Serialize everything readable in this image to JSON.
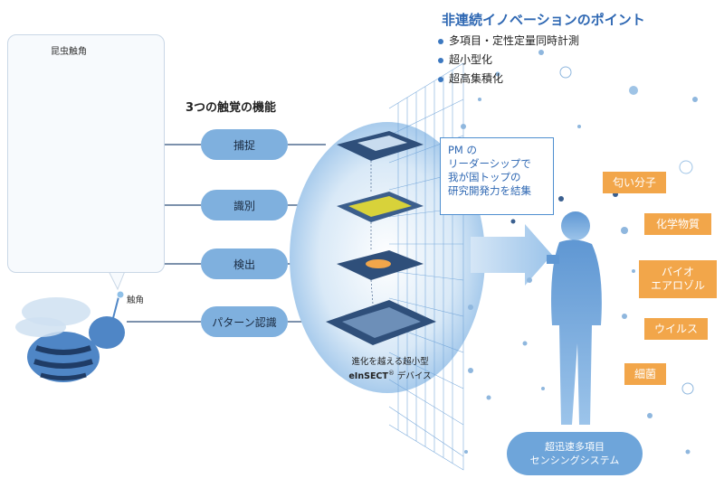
{
  "zoom_panel": {
    "title": "昆虫触角"
  },
  "antenna_label": "触角",
  "functions": {
    "title": "3つの触覚の機能",
    "items": [
      {
        "label": "捕捉"
      },
      {
        "label": "識別"
      },
      {
        "label": "検出"
      },
      {
        "label": "パターン認識"
      }
    ]
  },
  "device_caption": {
    "line1": "進化を越える超小型",
    "brand": "eInSECT",
    "mark": "®",
    "suffix": " デバイス"
  },
  "points": {
    "title": "非連続イノベーションのポイント",
    "items": [
      "多項目・定性定量同時計測",
      "超小型化",
      "超高集積化"
    ]
  },
  "pm_box": {
    "lines": [
      "PM の",
      "リーダーシップで",
      "我が国トップの",
      "研究開発力を結集"
    ]
  },
  "targets": [
    "匂い分子",
    "化学物質",
    "バイオ エアロゾル",
    "ウイルス",
    "細菌"
  ],
  "system": {
    "line1": "超迅速多項目",
    "line2": "センシングシステム"
  },
  "colors": {
    "pill": "#7fb0de",
    "target": "#f2a64a",
    "accent": "#2f68b3",
    "system": "#6ea5da"
  }
}
